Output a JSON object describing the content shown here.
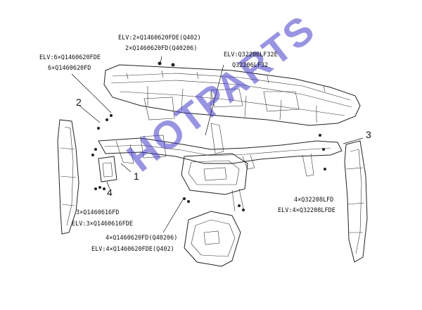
{
  "callouts": {
    "c1": "1",
    "c2": "2",
    "c3": "3",
    "c4": "4"
  },
  "labels": {
    "top_l1": "ELV:2×Q1460620FDE(Q402)",
    "top_l2": "2×Q1460620FD(Q40206)",
    "left_l1": "ELV:6×Q1460620FDE",
    "left_l2": "6×Q1460620FD",
    "mid_l1": "ELV:Q32206LF32E",
    "mid_l2": "Q32206LF32",
    "right_l1": "4×Q32208LFD",
    "right_l2": "ELV:4×Q32208LFDE",
    "lowleft_l1": "3×Q1460616FD",
    "lowleft_l2": "ELV:3×Q1460616FDE",
    "bottom_l1": "4×Q1460620FD(Q40206)",
    "bottom_l2": "ELV:4×Q1460620FDE(Q402)"
  },
  "watermark": "HOTPARTS",
  "colors": {
    "watermark": "#4a3fd0",
    "line": "#222222"
  }
}
